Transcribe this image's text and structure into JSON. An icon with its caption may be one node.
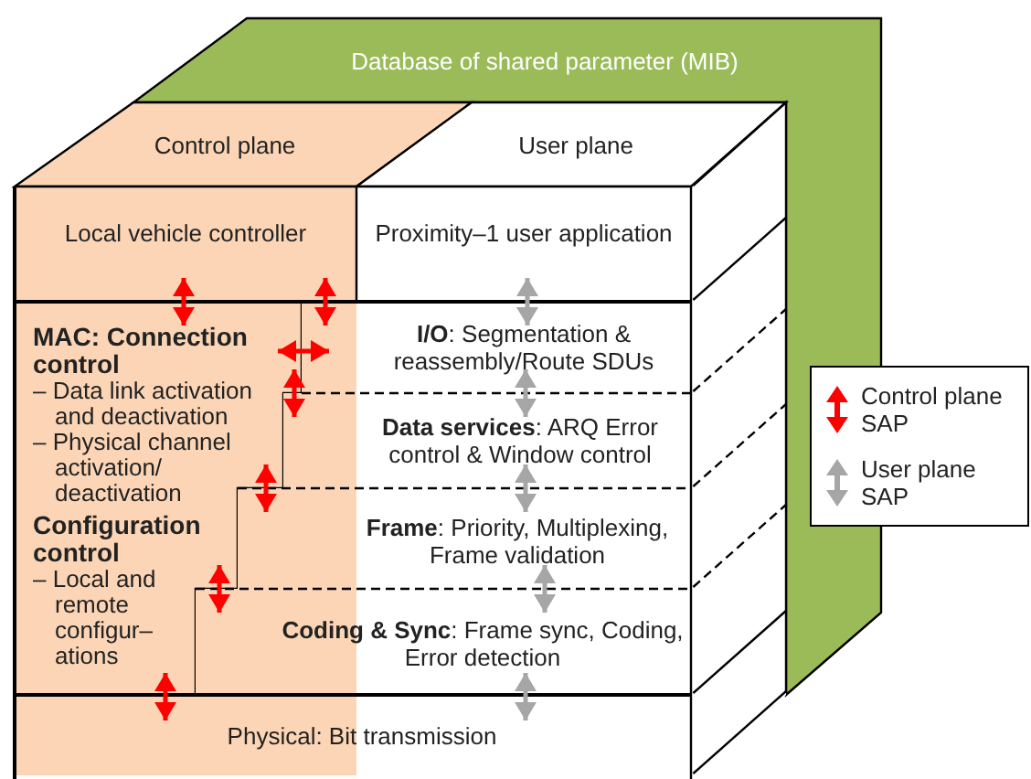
{
  "diagram": {
    "nodes": [
      {
        "text": [
          "Database of shared parameter (MIB)"
        ]
      },
      {
        "text": [
          "Control plane"
        ]
      },
      {
        "text": [
          "User plane"
        ]
      },
      {
        "text": [
          "Local vehicle controller"
        ]
      },
      {
        "text": [
          "Proximity–1 user application"
        ]
      },
      {
        "text": [
          "MAC: Connection control",
          "– Data link activation and deactivation",
          "– Physical channel activation/ deactivation",
          "Configuration control",
          "– Local and remote configur– ations"
        ]
      },
      {
        "text": [
          "**I/O**: Segmentation & reassembly/Route SDUs"
        ]
      },
      {
        "text": [
          "**Data services**: ARQ Error control & Window control"
        ]
      },
      {
        "text": [
          "**Frame**: Priority, Multiplexing, Frame validation"
        ]
      },
      {
        "text": [
          "**Coding & Sync**: Frame sync, Coding, Error detection"
        ]
      },
      {
        "text": [
          "Physical: Bit transmission"
        ]
      }
    ],
    "edges": [
      {
        "from": 3,
        "to": 5,
        "arrow": "both"
      },
      {
        "from": 3,
        "to": 6,
        "arrow": "both"
      },
      {
        "from": 5,
        "to": 6,
        "arrow": "both"
      },
      {
        "from": 5,
        "to": 7,
        "arrow": "both"
      },
      {
        "from": 5,
        "to": 8,
        "arrow": "both"
      },
      {
        "from": 5,
        "to": 9,
        "arrow": "both"
      },
      {
        "from": 5,
        "to": 10,
        "arrow": "both"
      },
      {
        "from": 4,
        "to": 6,
        "arrow": "both",
        "color": "#a6a6a6"
      },
      {
        "from": 6,
        "to": 7,
        "arrow": "both",
        "color": "#a6a6a6"
      },
      {
        "from": 7,
        "to": 8,
        "arrow": "both",
        "color": "#a6a6a6"
      },
      {
        "from": 8,
        "to": 9,
        "arrow": "both",
        "color": "#a6a6a6"
      },
      {
        "from": 9,
        "to": 10,
        "arrow": "both",
        "color": "#a6a6a6"
      }
    ],
    "legend": [
      {
        "text": "Control plane SAP"
      },
      {
        "text": "User plane SAP"
      }
    ]
  }
}
